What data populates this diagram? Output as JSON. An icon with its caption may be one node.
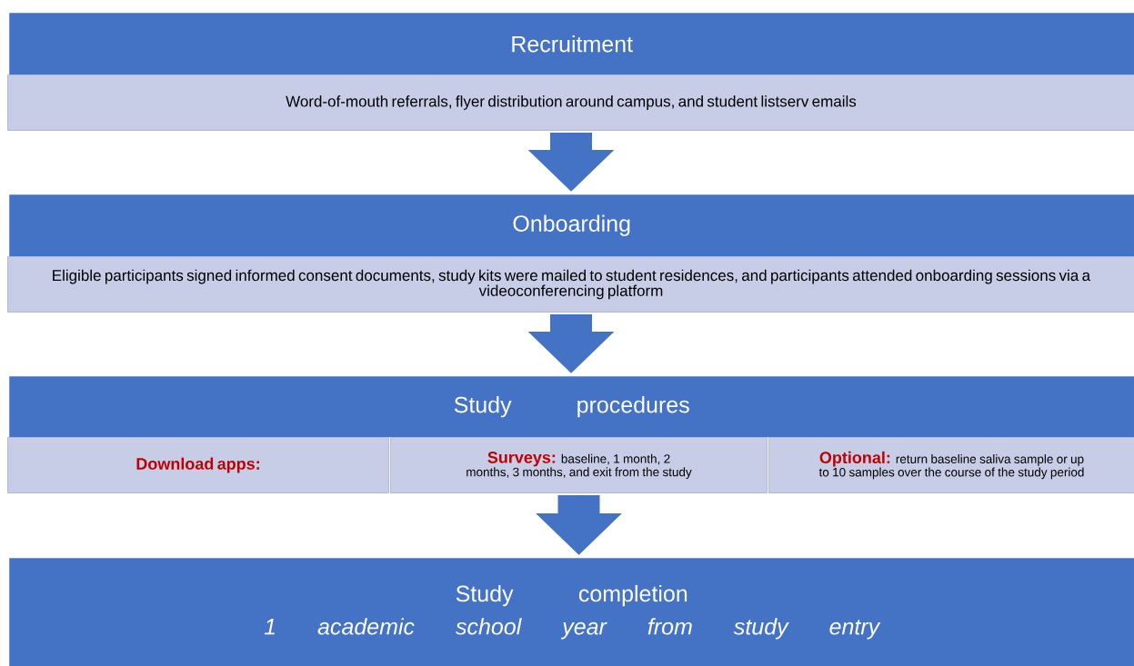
{
  "diagram": {
    "nodes": [
      {
        "text": [
          "Recruitment"
        ]
      },
      {
        "text": [
          "Word-of-mouth referrals, flyer distribution around campus, and student listserv emails"
        ]
      },
      {
        "text": [
          "Onboarding"
        ]
      },
      {
        "text": [
          "Eligible participants signed informed consent documents, study kits were mailed to student residences, and participants attended onboarding sessions via a videoconferencing platform"
        ]
      },
      {
        "text": [
          "Study procedures"
        ]
      },
      {
        "text": [
          "Download apps:"
        ]
      },
      {
        "text": [
          "Surveys:",
          "baseline, 1 month, 2 months, 3 months, and exit from the study"
        ]
      },
      {
        "text": [
          "Optional:",
          "return baseline saliva sample or up to 10 samples over the course of the study period"
        ]
      },
      {
        "text": [
          "Study completion",
          "1 academic school year from study entry"
        ]
      }
    ],
    "edges": [
      {
        "from": 1,
        "to": 2,
        "arrow": "to"
      },
      {
        "from": 3,
        "to": 4,
        "arrow": "to"
      },
      {
        "from": 6,
        "to": 8,
        "arrow": "to"
      }
    ]
  }
}
